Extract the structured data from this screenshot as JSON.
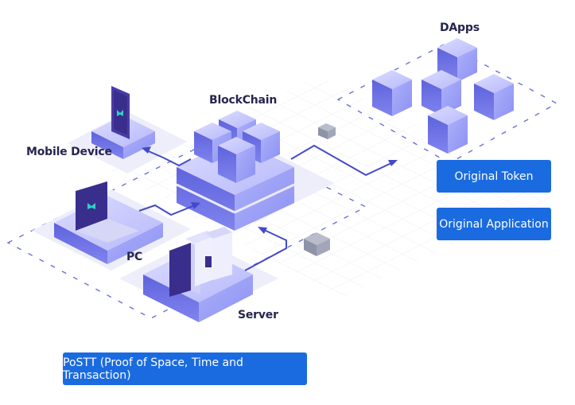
{
  "labels": {
    "dapps": "DApps",
    "blockchain": "BlockChain",
    "mobile": "Mobile Device",
    "pc": "PC",
    "server": "Server"
  },
  "buttons": {
    "original_token": "Original Token",
    "original_application": "Original Application",
    "postt": "PoSTT (Proof of Space, Time and Transaction)"
  },
  "colors": {
    "accent": "#1a6be0",
    "label": "#26254f",
    "block_light": "#c9cbff",
    "block_mid": "#9ea3f5",
    "block_dark": "#5a5fdc",
    "arrow": "#4349c9"
  }
}
